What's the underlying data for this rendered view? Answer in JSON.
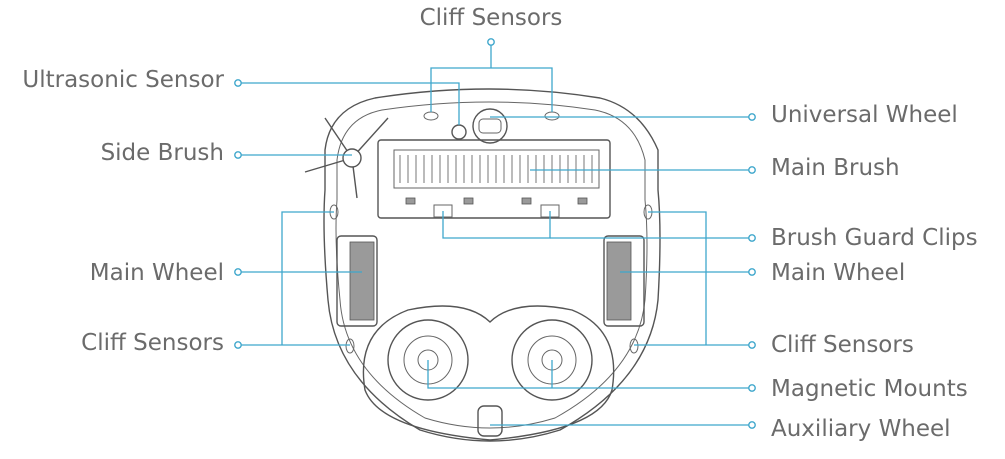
{
  "labels": {
    "cliff_sensors_top": "Cliff Sensors",
    "ultrasonic_sensor": "Ultrasonic Sensor",
    "side_brush": "Side Brush",
    "main_wheel_left": "Main Wheel",
    "cliff_sensors_left": "Cliff Sensors",
    "universal_wheel": "Universal Wheel",
    "main_brush": "Main Brush",
    "brush_guard_clips": "Brush Guard Clips",
    "main_wheel_right": "Main Wheel",
    "cliff_sensors_right": "Cliff Sensors",
    "magnetic_mounts": "Magnetic Mounts",
    "auxiliary_wheel": "Auxiliary Wheel"
  },
  "colors": {
    "leader": "#3fa7cc",
    "text": "#6b6b6b",
    "outline": "#555555"
  }
}
